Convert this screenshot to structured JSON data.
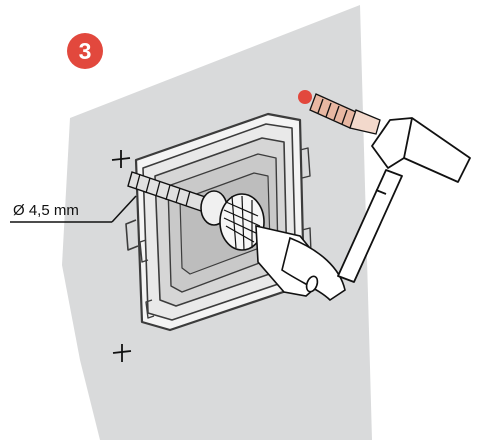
{
  "step": {
    "number": "3",
    "color": "#e2483d"
  },
  "annotations": {
    "drill_diameter": "Ø 4,5 mm"
  },
  "colors": {
    "wall": "#d9dadb",
    "frame": "#3c3c3c",
    "plug_tip": "#e2483d",
    "plug_body": "#e8b7a2",
    "line": "#111111"
  },
  "icons": [
    "wall-plate-frame",
    "drill-bit-icon",
    "drill-chuck-icon",
    "hammer-icon",
    "wall-plug-icon",
    "screw-mark-icon",
    "drill-hole-icon"
  ]
}
